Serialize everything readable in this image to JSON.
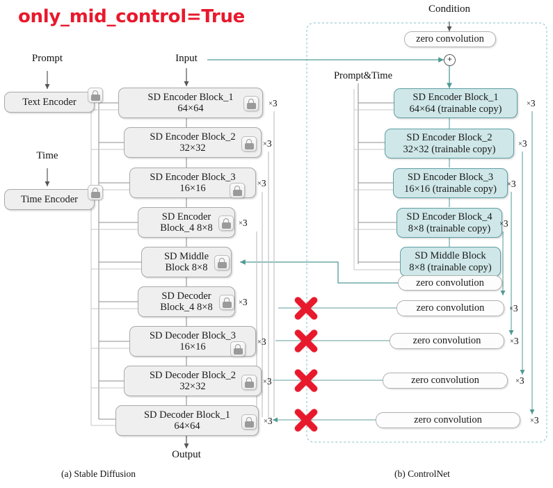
{
  "title": "only_mid_control=True",
  "colors": {
    "title_red": "#e8192c",
    "teal": "#4f9a93",
    "controlnet_fill": "#cfe7e8",
    "controlnet_border": "#5f9ea3",
    "sd_fill": "#efefef",
    "sd_border": "#a9a9a9",
    "x_mark_red": "#e8192c",
    "dashed_border": "#9bcfd4",
    "gray_wire": "#b6b6b6"
  },
  "labels": {
    "prompt": "Prompt",
    "input": "Input",
    "time": "Time",
    "output": "Output",
    "condition": "Condition",
    "prompt_and_time": "Prompt&Time",
    "plus": "+"
  },
  "captions": {
    "left": "(a) Stable Diffusion",
    "right": "(b) ControlNet"
  },
  "sd": {
    "text_encoder": {
      "label": "Text Encoder",
      "locked": true
    },
    "time_encoder": {
      "label": "Time Encoder",
      "locked": true
    },
    "blocks": [
      {
        "line1": "SD Encoder Block_1",
        "line2": "64×64",
        "mult": "×3",
        "locked": true
      },
      {
        "line1": "SD Encoder Block_2",
        "line2": "32×32",
        "mult": "×3",
        "locked": true
      },
      {
        "line1": "SD Encoder Block_3",
        "line2": "16×16",
        "mult": "×3",
        "locked": true
      },
      {
        "line1": "SD Encoder",
        "line2": "Block_4 8×8",
        "mult": "×3",
        "locked": true
      },
      {
        "line1": "SD Middle",
        "line2": "Block 8×8",
        "mult": "",
        "locked": true
      },
      {
        "line1": "SD Decoder",
        "line2": "Block_4 8×8",
        "mult": "×3",
        "locked": true
      },
      {
        "line1": "SD Decoder Block_3",
        "line2": "16×16",
        "mult": "×3",
        "locked": true
      },
      {
        "line1": "SD Decoder Block_2",
        "line2": "32×32",
        "mult": "×3",
        "locked": true
      },
      {
        "line1": "SD Decoder Block_1",
        "line2": "64×64",
        "mult": "×3",
        "locked": true
      }
    ]
  },
  "controlnet": {
    "top_zero_conv": {
      "label": "zero convolution"
    },
    "blocks": [
      {
        "line1": "SD Encoder Block_1",
        "line2": "64×64 (trainable copy)",
        "mult": "×3"
      },
      {
        "line1": "SD Encoder Block_2",
        "line2": "32×32 (trainable copy)",
        "mult": "×3"
      },
      {
        "line1": "SD Encoder Block_3",
        "line2": "16×16 (trainable copy)",
        "mult": "×3"
      },
      {
        "line1": "SD Encoder Block_4",
        "line2": "8×8 (trainable copy)",
        "mult": "×3"
      },
      {
        "line1": "SD Middle Block",
        "line2": "8×8 (trainable copy)",
        "mult": ""
      }
    ],
    "zero_convolutions": [
      {
        "label": "zero convolution",
        "mult": "",
        "disabled": false
      },
      {
        "label": "zero convolution",
        "mult": "×3",
        "disabled": true
      },
      {
        "label": "zero convolution",
        "mult": "×3",
        "disabled": true
      },
      {
        "label": "zero convolution",
        "mult": "×3",
        "disabled": true
      },
      {
        "label": "zero convolution",
        "mult": "×3",
        "disabled": true
      }
    ],
    "right_mults": [
      "×3",
      "×3",
      "×3",
      "×3"
    ]
  }
}
